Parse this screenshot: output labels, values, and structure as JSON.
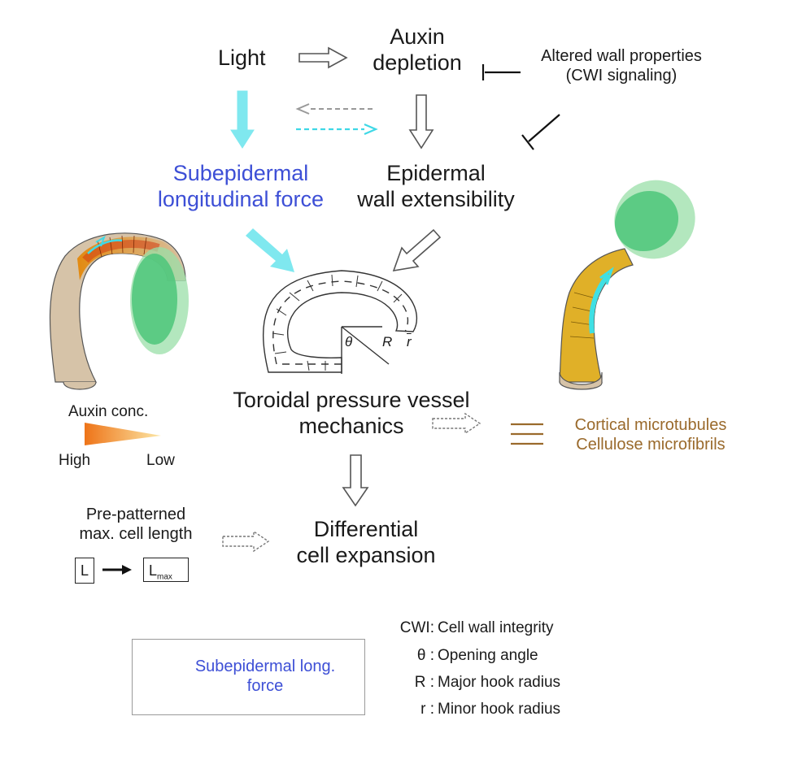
{
  "nodes": {
    "light": "Light",
    "auxin_depletion": [
      "Auxin",
      "depletion"
    ],
    "altered_wall": [
      "Altered wall properties",
      "(CWI signaling)"
    ],
    "subepidermal_force": [
      "Subepidermal",
      "longitudinal force"
    ],
    "epidermal_wall": [
      "Epidermal",
      "wall extensibility"
    ],
    "toroidal": [
      "Toroidal pressure vessel",
      "mechanics"
    ],
    "differential": [
      "Differential",
      "cell expansion"
    ],
    "prepatterned": [
      "Pre-patterned",
      "max. cell length"
    ],
    "cortical": [
      "Cortical microtubules",
      "Cellulose microfibrils"
    ]
  },
  "torus_labels": {
    "theta": "θ",
    "R": "R",
    "r": "r"
  },
  "auxin_gradient": {
    "title": "Auxin conc.",
    "high": "High",
    "low": "Low",
    "color_high": "#f0821e",
    "color_low": "#fbe3a0"
  },
  "cell_length": {
    "L": "L",
    "Lmax_base": "L",
    "Lmax_sub": "max"
  },
  "legend": {
    "force_label": [
      "Subepidermal long.",
      "force"
    ],
    "arrow_color": "#3fe0e4"
  },
  "glossary": [
    {
      "key": "CWI:",
      "text": "Cell wall integrity"
    },
    {
      "key": "θ :",
      "text": "Opening angle"
    },
    {
      "key": "R :",
      "text": "Major hook radius"
    },
    {
      "key": "r :",
      "text": "Minor hook radius"
    }
  ],
  "colors": {
    "blue_text": "#3d4fd6",
    "brown_text": "#9a6a2c",
    "cyan": "#7fe8ef",
    "hook_tan": "#d6c3a8",
    "hook_orange": "#e8900f",
    "cotyledon": "#4cc67a"
  }
}
